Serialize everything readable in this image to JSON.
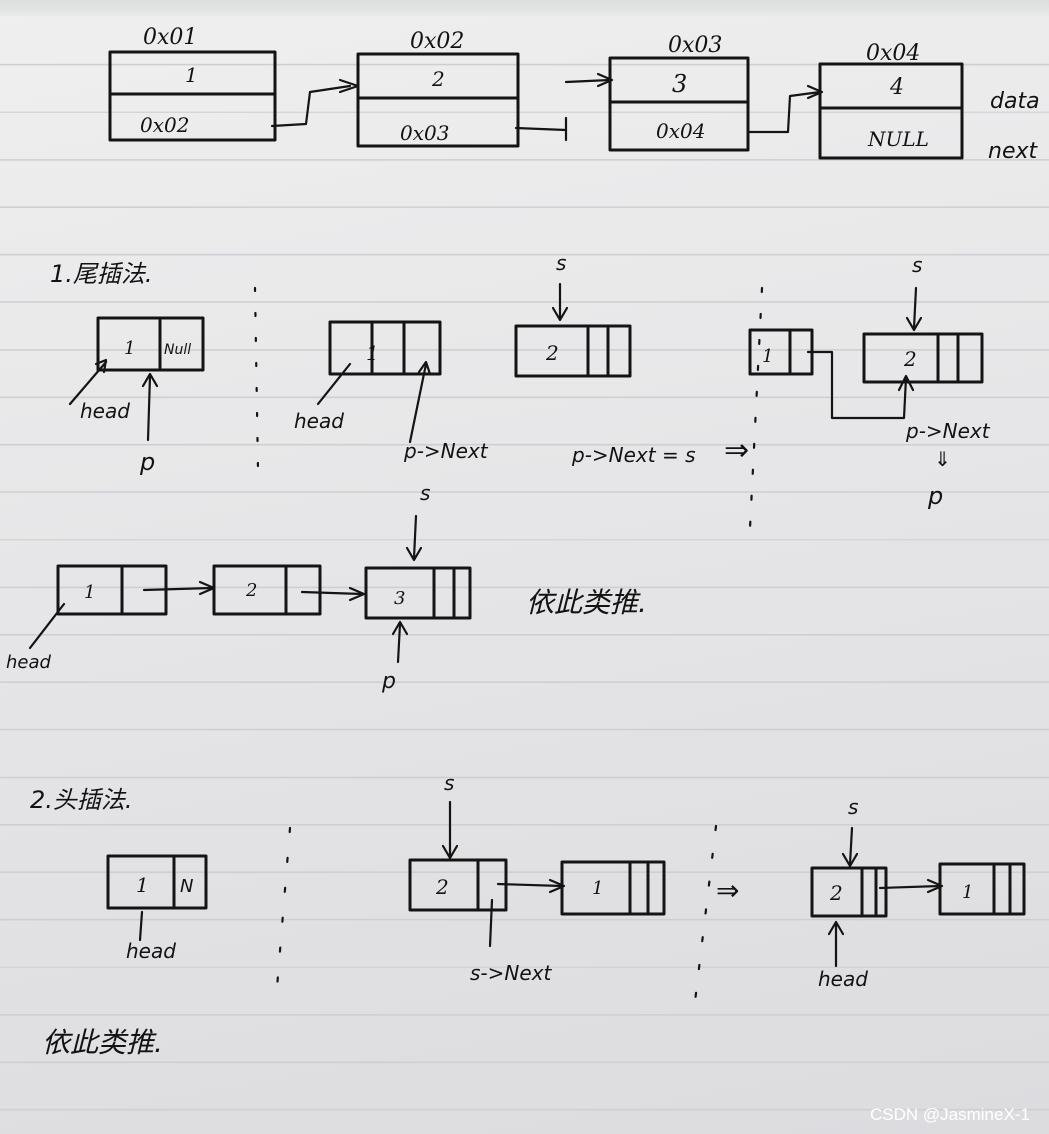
{
  "list": {
    "addresses": [
      "0x01",
      "0x02",
      "0x03",
      "0x04"
    ],
    "data": [
      "1",
      "2",
      "3",
      "4"
    ],
    "next": [
      "0x02",
      "0x03",
      "0x04",
      "NULL"
    ],
    "row_labels": {
      "data": "data",
      "next": "next"
    }
  },
  "tail_insert": {
    "heading": "1.尾插法.",
    "step1": {
      "data": "1",
      "next": "Null",
      "head": "head",
      "p": "p"
    },
    "step2": {
      "node_a": "1",
      "head": "head",
      "p_next": "p->Next",
      "s": "s",
      "node_s": "2"
    },
    "assign": "p->Next = s",
    "arrow": "⇒",
    "step3": {
      "node_a": "1",
      "s": "s",
      "node_s": "2",
      "p_next": "p->Next",
      "down_arrow": "⇓",
      "p": "p"
    },
    "chain": {
      "s": "s",
      "nodes": [
        "1",
        "2",
        "3"
      ],
      "head": "head",
      "p": "p",
      "etc": "依此类推."
    }
  },
  "head_insert": {
    "heading": "2.头插法.",
    "step1": {
      "data": "1",
      "next": "N",
      "head": "head"
    },
    "step2": {
      "s": "s",
      "node_s": "2",
      "node_b": "1",
      "s_next": "s->Next"
    },
    "arrow": "⇒",
    "step3": {
      "s": "s",
      "node_s": "2",
      "node_b": "1",
      "head": "head"
    },
    "etc": "依此类推."
  },
  "watermark": "CSDN @JasmineX-1"
}
